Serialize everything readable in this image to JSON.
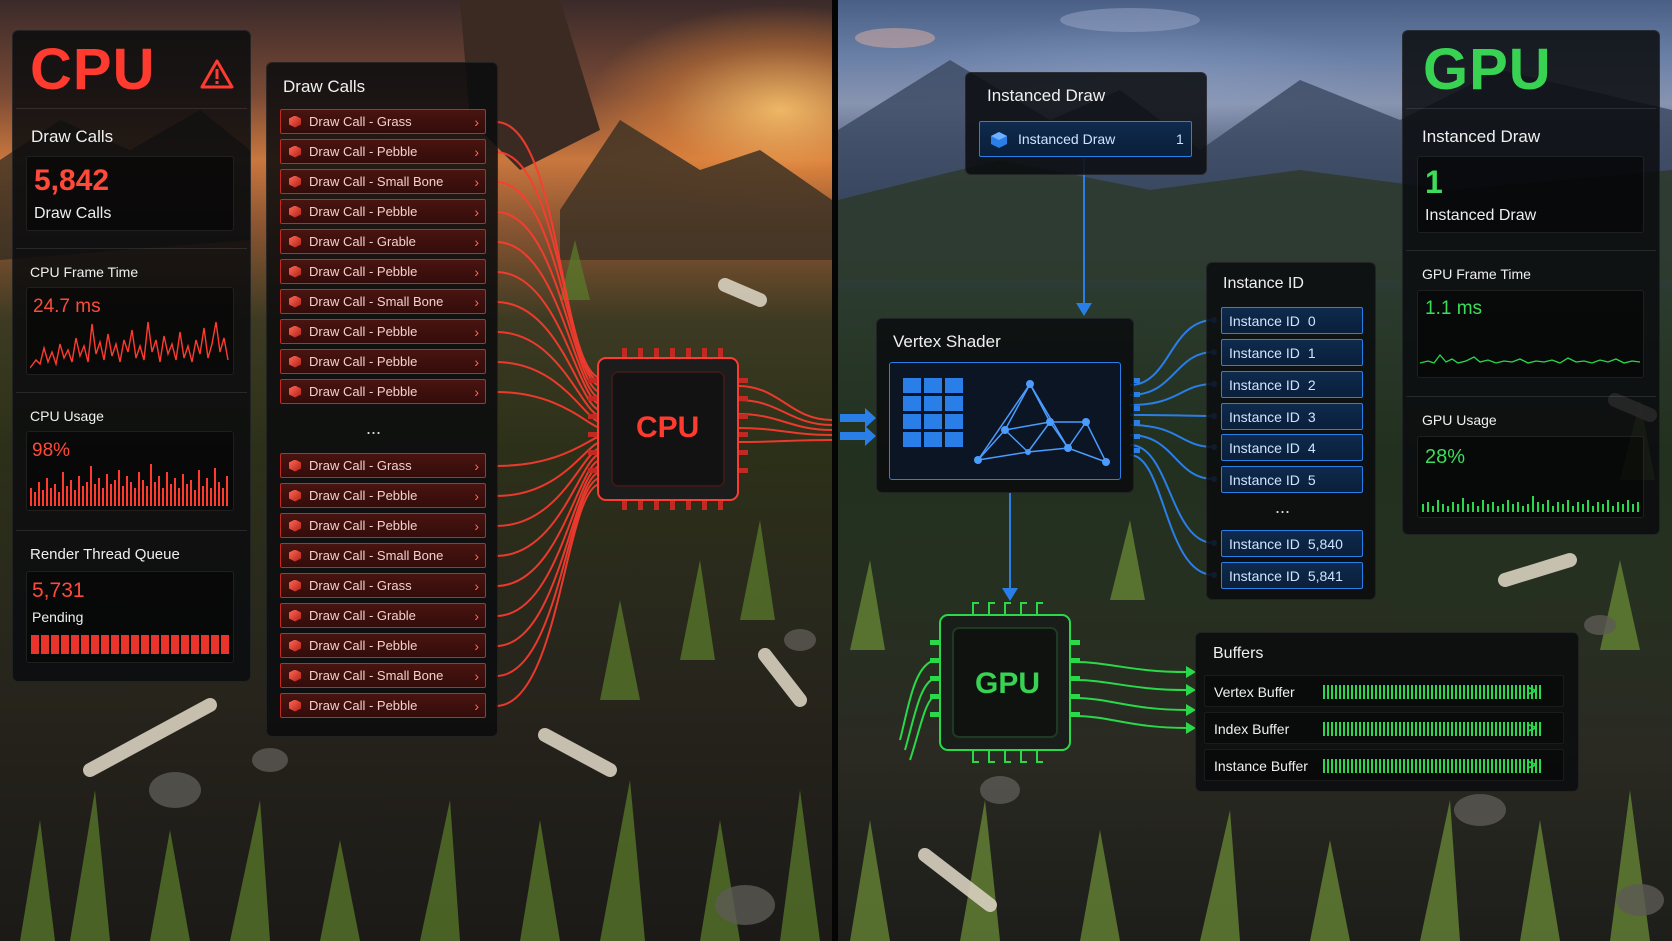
{
  "cpu": {
    "title": "CPU",
    "warning_icon": "warning-triangle-icon",
    "draw_calls": {
      "heading": "Draw Calls",
      "value": "5,842",
      "unit": "Draw Calls"
    },
    "frame_time": {
      "heading": "CPU Frame Time",
      "value": "24.7 ms"
    },
    "usage": {
      "heading": "CPU Usage",
      "value": "98%"
    },
    "render_queue": {
      "heading": "Render Thread Queue",
      "value": "5,731",
      "sub": "Pending"
    },
    "chip_label": "CPU",
    "accent": "#ff3b2f"
  },
  "draw_calls_panel": {
    "heading": "Draw Calls",
    "ellipsis": "...",
    "items_top": [
      "Draw Call - Grass",
      "Draw Call - Pebble",
      "Draw Call - Small Bone",
      "Draw Call - Pebble",
      "Draw Call - Grable",
      "Draw Call - Pebble",
      "Draw Call - Small Bone",
      "Draw Call - Pebble",
      "Draw Call - Pebble",
      "Draw Call - Pebble"
    ],
    "items_bottom": [
      "Draw Call - Grass",
      "Draw Call - Pebble",
      "Draw Call - Pebble",
      "Draw Call - Small Bone",
      "Draw Call - Grass",
      "Draw Call - Grable",
      "Draw Call - Pebble",
      "Draw Call - Small Bone",
      "Draw Call - Pebble"
    ]
  },
  "instanced_draw_panel": {
    "heading": "Instanced Draw",
    "item_label": "Instanced Draw",
    "item_count": "1"
  },
  "vertex_shader": {
    "heading": "Vertex Shader"
  },
  "instance_panel": {
    "heading": "Instance ID",
    "ellipsis": "...",
    "items": [
      {
        "label": "Instance ID",
        "id": "0"
      },
      {
        "label": "Instance ID",
        "id": "1"
      },
      {
        "label": "Instance ID",
        "id": "2"
      },
      {
        "label": "Instance ID",
        "id": "3"
      },
      {
        "label": "Instance ID",
        "id": "4"
      },
      {
        "label": "Instance ID",
        "id": "5"
      },
      {
        "label": "Instance ID",
        "id": "5,840"
      },
      {
        "label": "Instance ID",
        "id": "5,841"
      }
    ]
  },
  "buffers": {
    "heading": "Buffers",
    "items": [
      {
        "name": "Vertex Buffer"
      },
      {
        "name": "Index Buffer"
      },
      {
        "name": "Instance Buffer"
      }
    ]
  },
  "gpu": {
    "title": "GPU",
    "instanced": {
      "heading": "Instanced Draw",
      "value": "1",
      "unit": "Instanced Draw"
    },
    "frame_time": {
      "heading": "GPU Frame Time",
      "value": "1.1 ms"
    },
    "usage": {
      "heading": "GPU Usage",
      "value": "28%"
    },
    "chip_label": "GPU",
    "accent": "#39d353"
  },
  "blue_accent": "#2a7ee8"
}
